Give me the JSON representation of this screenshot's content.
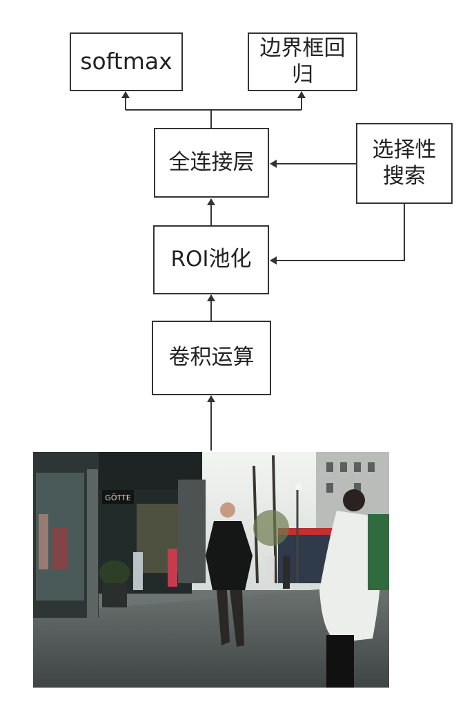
{
  "nodes": {
    "softmax": "softmax",
    "bbox_regression": "边界框回\n归",
    "fully_connected": "全连接层",
    "selective_search": "选择性\n搜索",
    "roi_pooling": "ROI池化",
    "convolution": "卷积运算"
  },
  "photo": {
    "store_sign": "GÖTTE"
  },
  "colors": {
    "stroke": "#333333",
    "box_fill": "#ffffff",
    "text": "#222222"
  }
}
